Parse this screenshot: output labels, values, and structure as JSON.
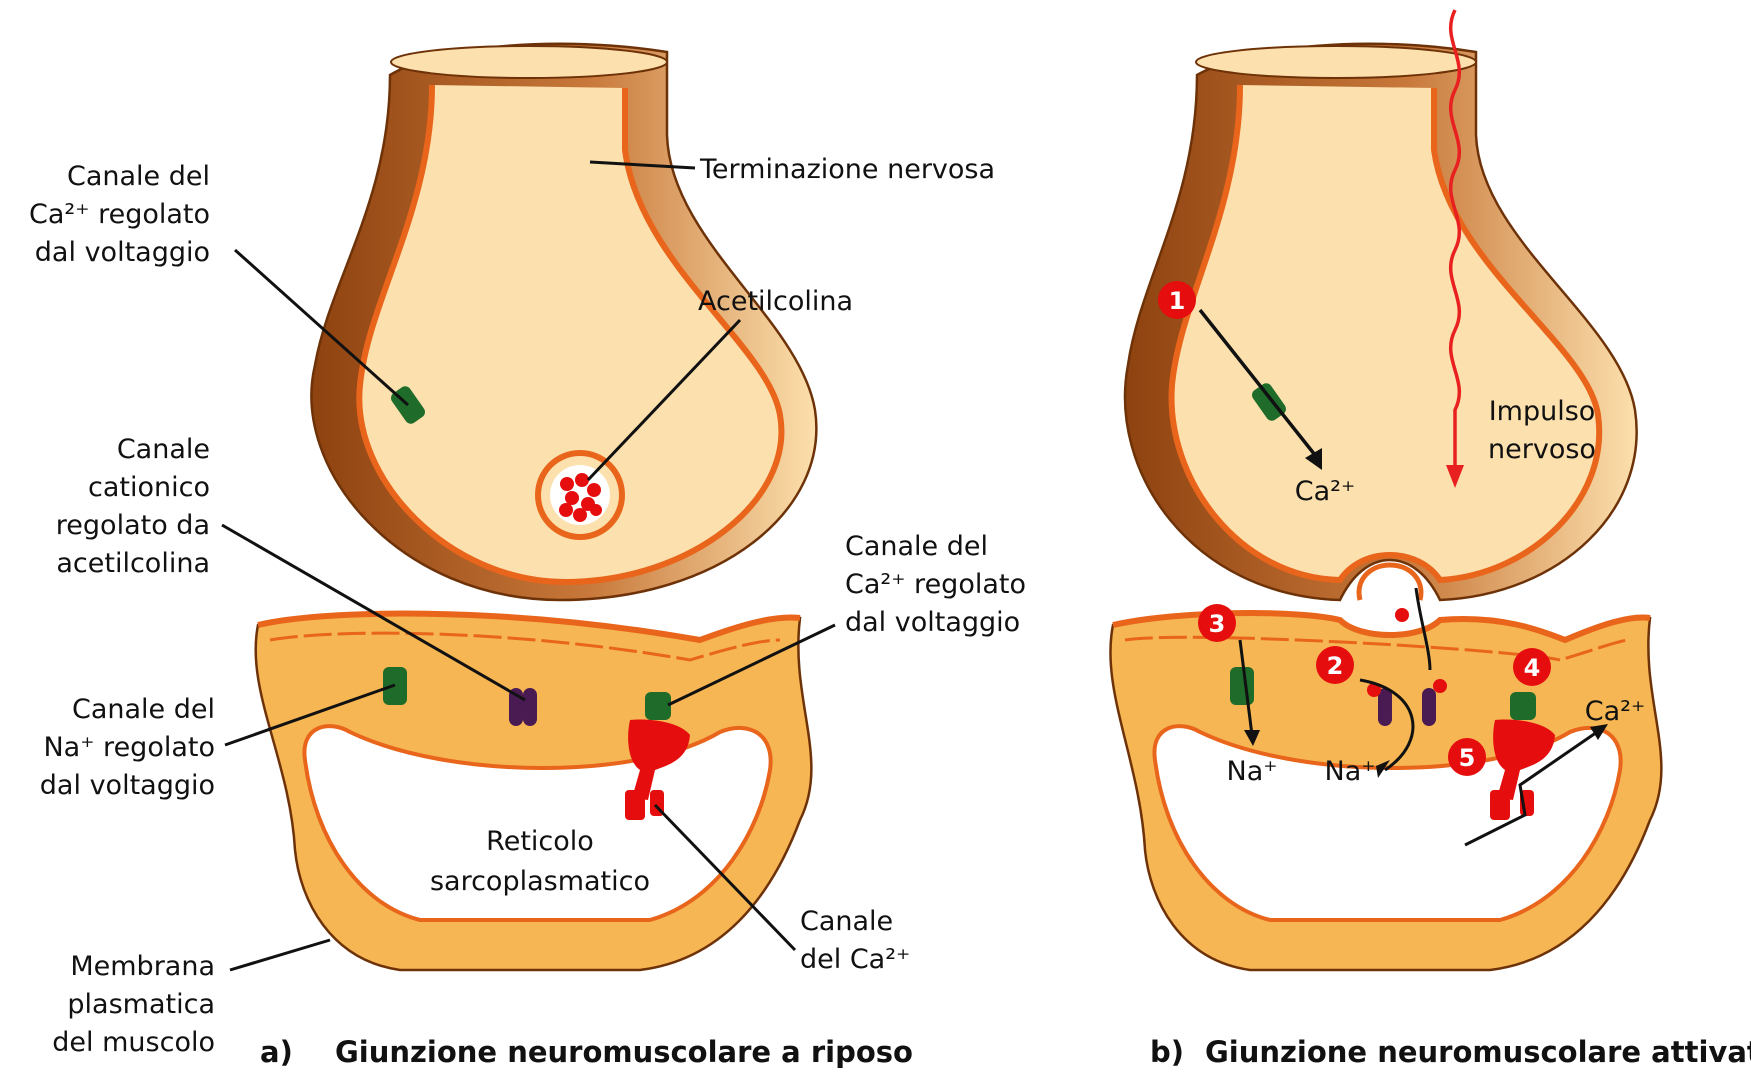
{
  "panel_a": {
    "caption": {
      "letter": "a)",
      "text": "Giunzione neuromuscolare a riposo"
    },
    "labels": {
      "terminazione": "Terminazione nervosa",
      "acetilcolina": "Acetilcolina",
      "ca_channel_top": [
        "Canale del",
        "Ca²⁺ regolato",
        "dal voltaggio"
      ],
      "cationico": [
        "Canale",
        "cationico",
        "regolato da",
        "acetilcolina"
      ],
      "na_channel": [
        "Canale del",
        "Na⁺ regolato",
        "dal voltaggio"
      ],
      "membrana": [
        "Membrana",
        "plasmatica",
        "del muscolo"
      ],
      "ca_channel_right": [
        "Canale del",
        "Ca²⁺ regolato",
        "dal voltaggio"
      ],
      "reticolo": [
        "Reticolo",
        "sarcoplasmatico"
      ],
      "ca_channel_sr": [
        "Canale",
        "del Ca²⁺"
      ]
    }
  },
  "panel_b": {
    "caption": {
      "letter": "b)",
      "text": "Giunzione neuromuscolare attivata"
    },
    "labels": {
      "impulso": [
        "Impulso",
        "nervoso"
      ],
      "ca_in": "Ca²⁺",
      "na_left": "Na⁺",
      "na_mid": "Na⁺",
      "ca_out": "Ca²⁺"
    },
    "steps": [
      "1",
      "2",
      "3",
      "4",
      "5"
    ]
  },
  "colors": {
    "terminal_fill": "#fce0ad",
    "terminal_dark": "#9c4b12",
    "muscle_fill": "#f5b653",
    "membrane": "#e8651b",
    "voltage_channel": "#1e6b2a",
    "ach_channel": "#4a1a52",
    "ryr_channel": "#e50d0d",
    "impulse": "#e82020"
  }
}
